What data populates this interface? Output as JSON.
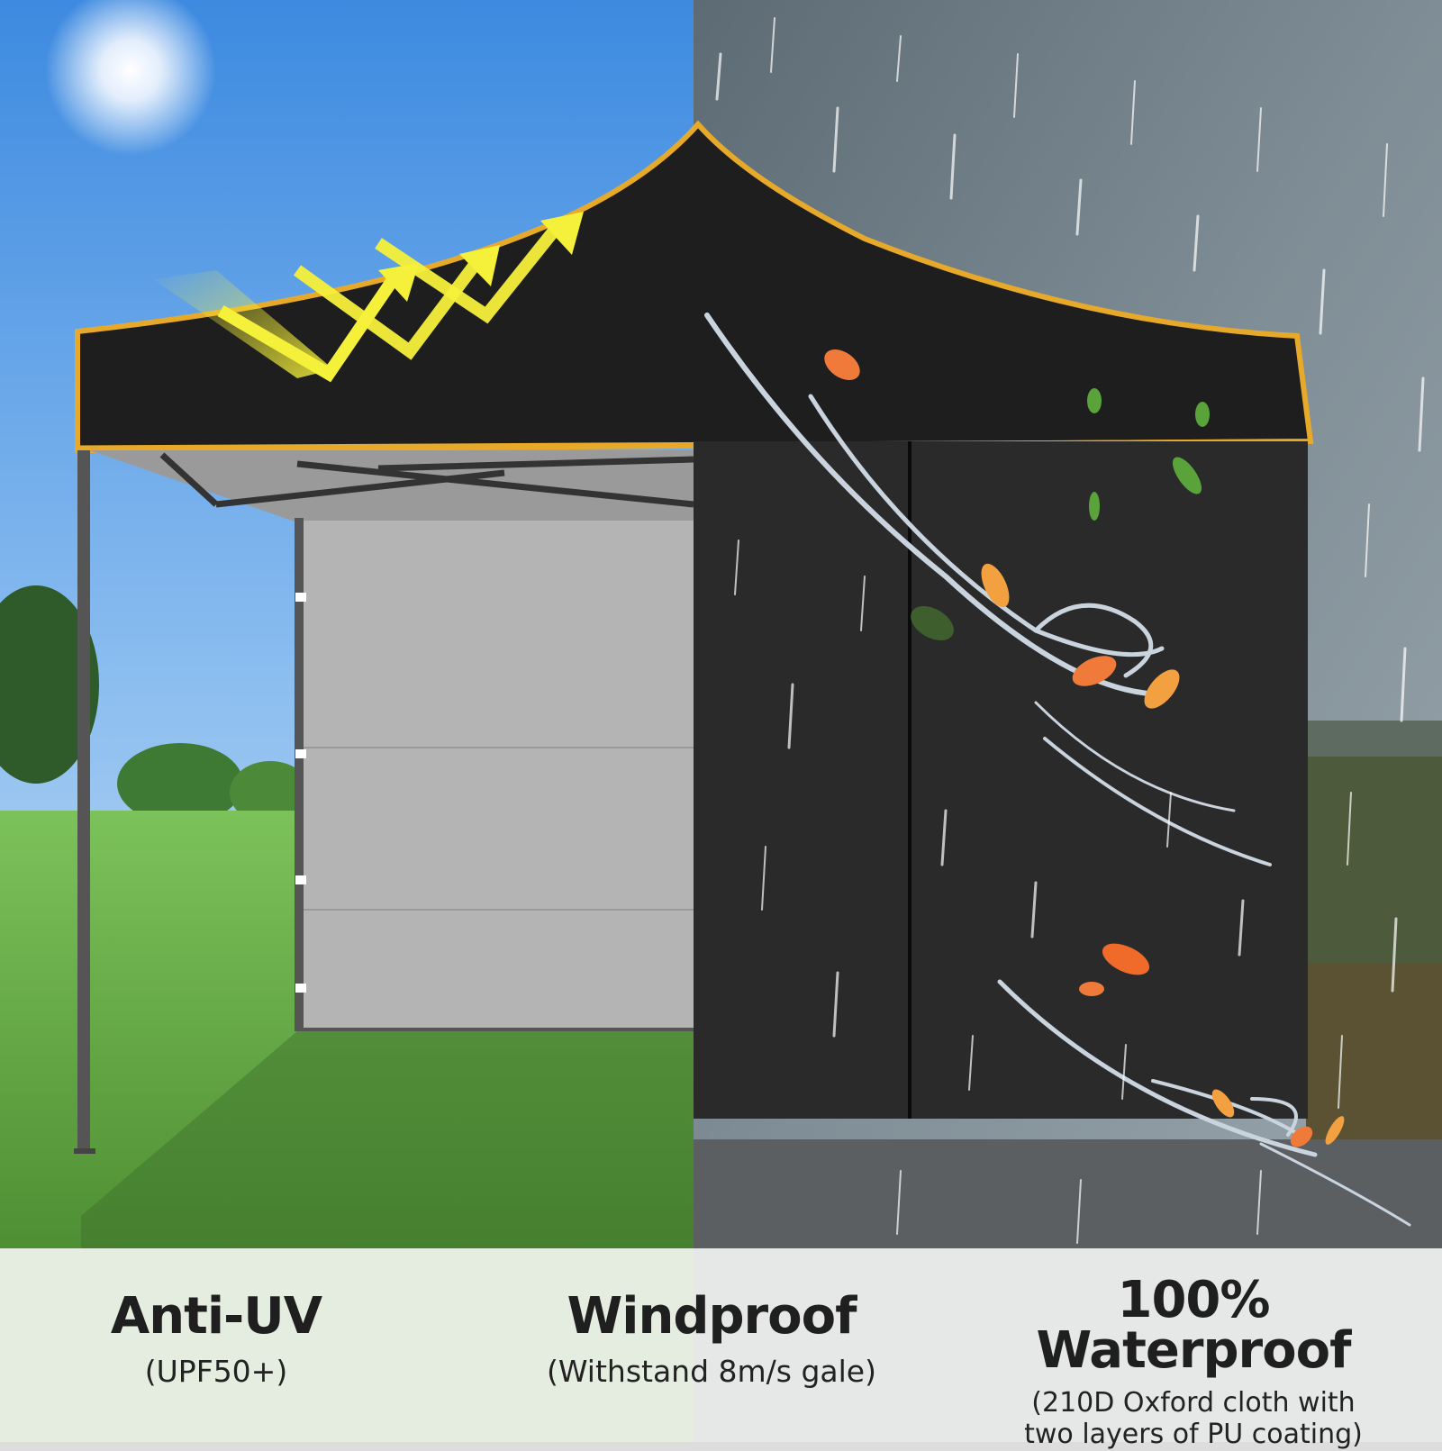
{
  "scene": {
    "description": "Black pop-up canopy tent with yellow trim and side walls, split between sunny and rainy weather",
    "colors": {
      "sky_sunny": "#5b9ee6",
      "sky_storm": "#6f7d86",
      "canopy": "#1e1e1e",
      "canopy_trim": "#e7a92a",
      "sidewall_inner": "#b4b4b4",
      "sidewall_outer": "#2a2a2a",
      "grass": "#5a9a3a",
      "uv_arrows": "#f5f03a",
      "wind_lines": "#c9d4de",
      "leaf_orange": "#f07a3a",
      "leaf_green": "#5aa23a"
    }
  },
  "features": [
    {
      "title": "Anti-UV",
      "subtitle": "(UPF50+)"
    },
    {
      "title": "Windproof",
      "subtitle": "(Withstand 8m/s gale)"
    },
    {
      "title": "100% Waterproof",
      "subtitle_line1": "(210D Oxford cloth with",
      "subtitle_line2": "two layers of PU coating)"
    }
  ]
}
